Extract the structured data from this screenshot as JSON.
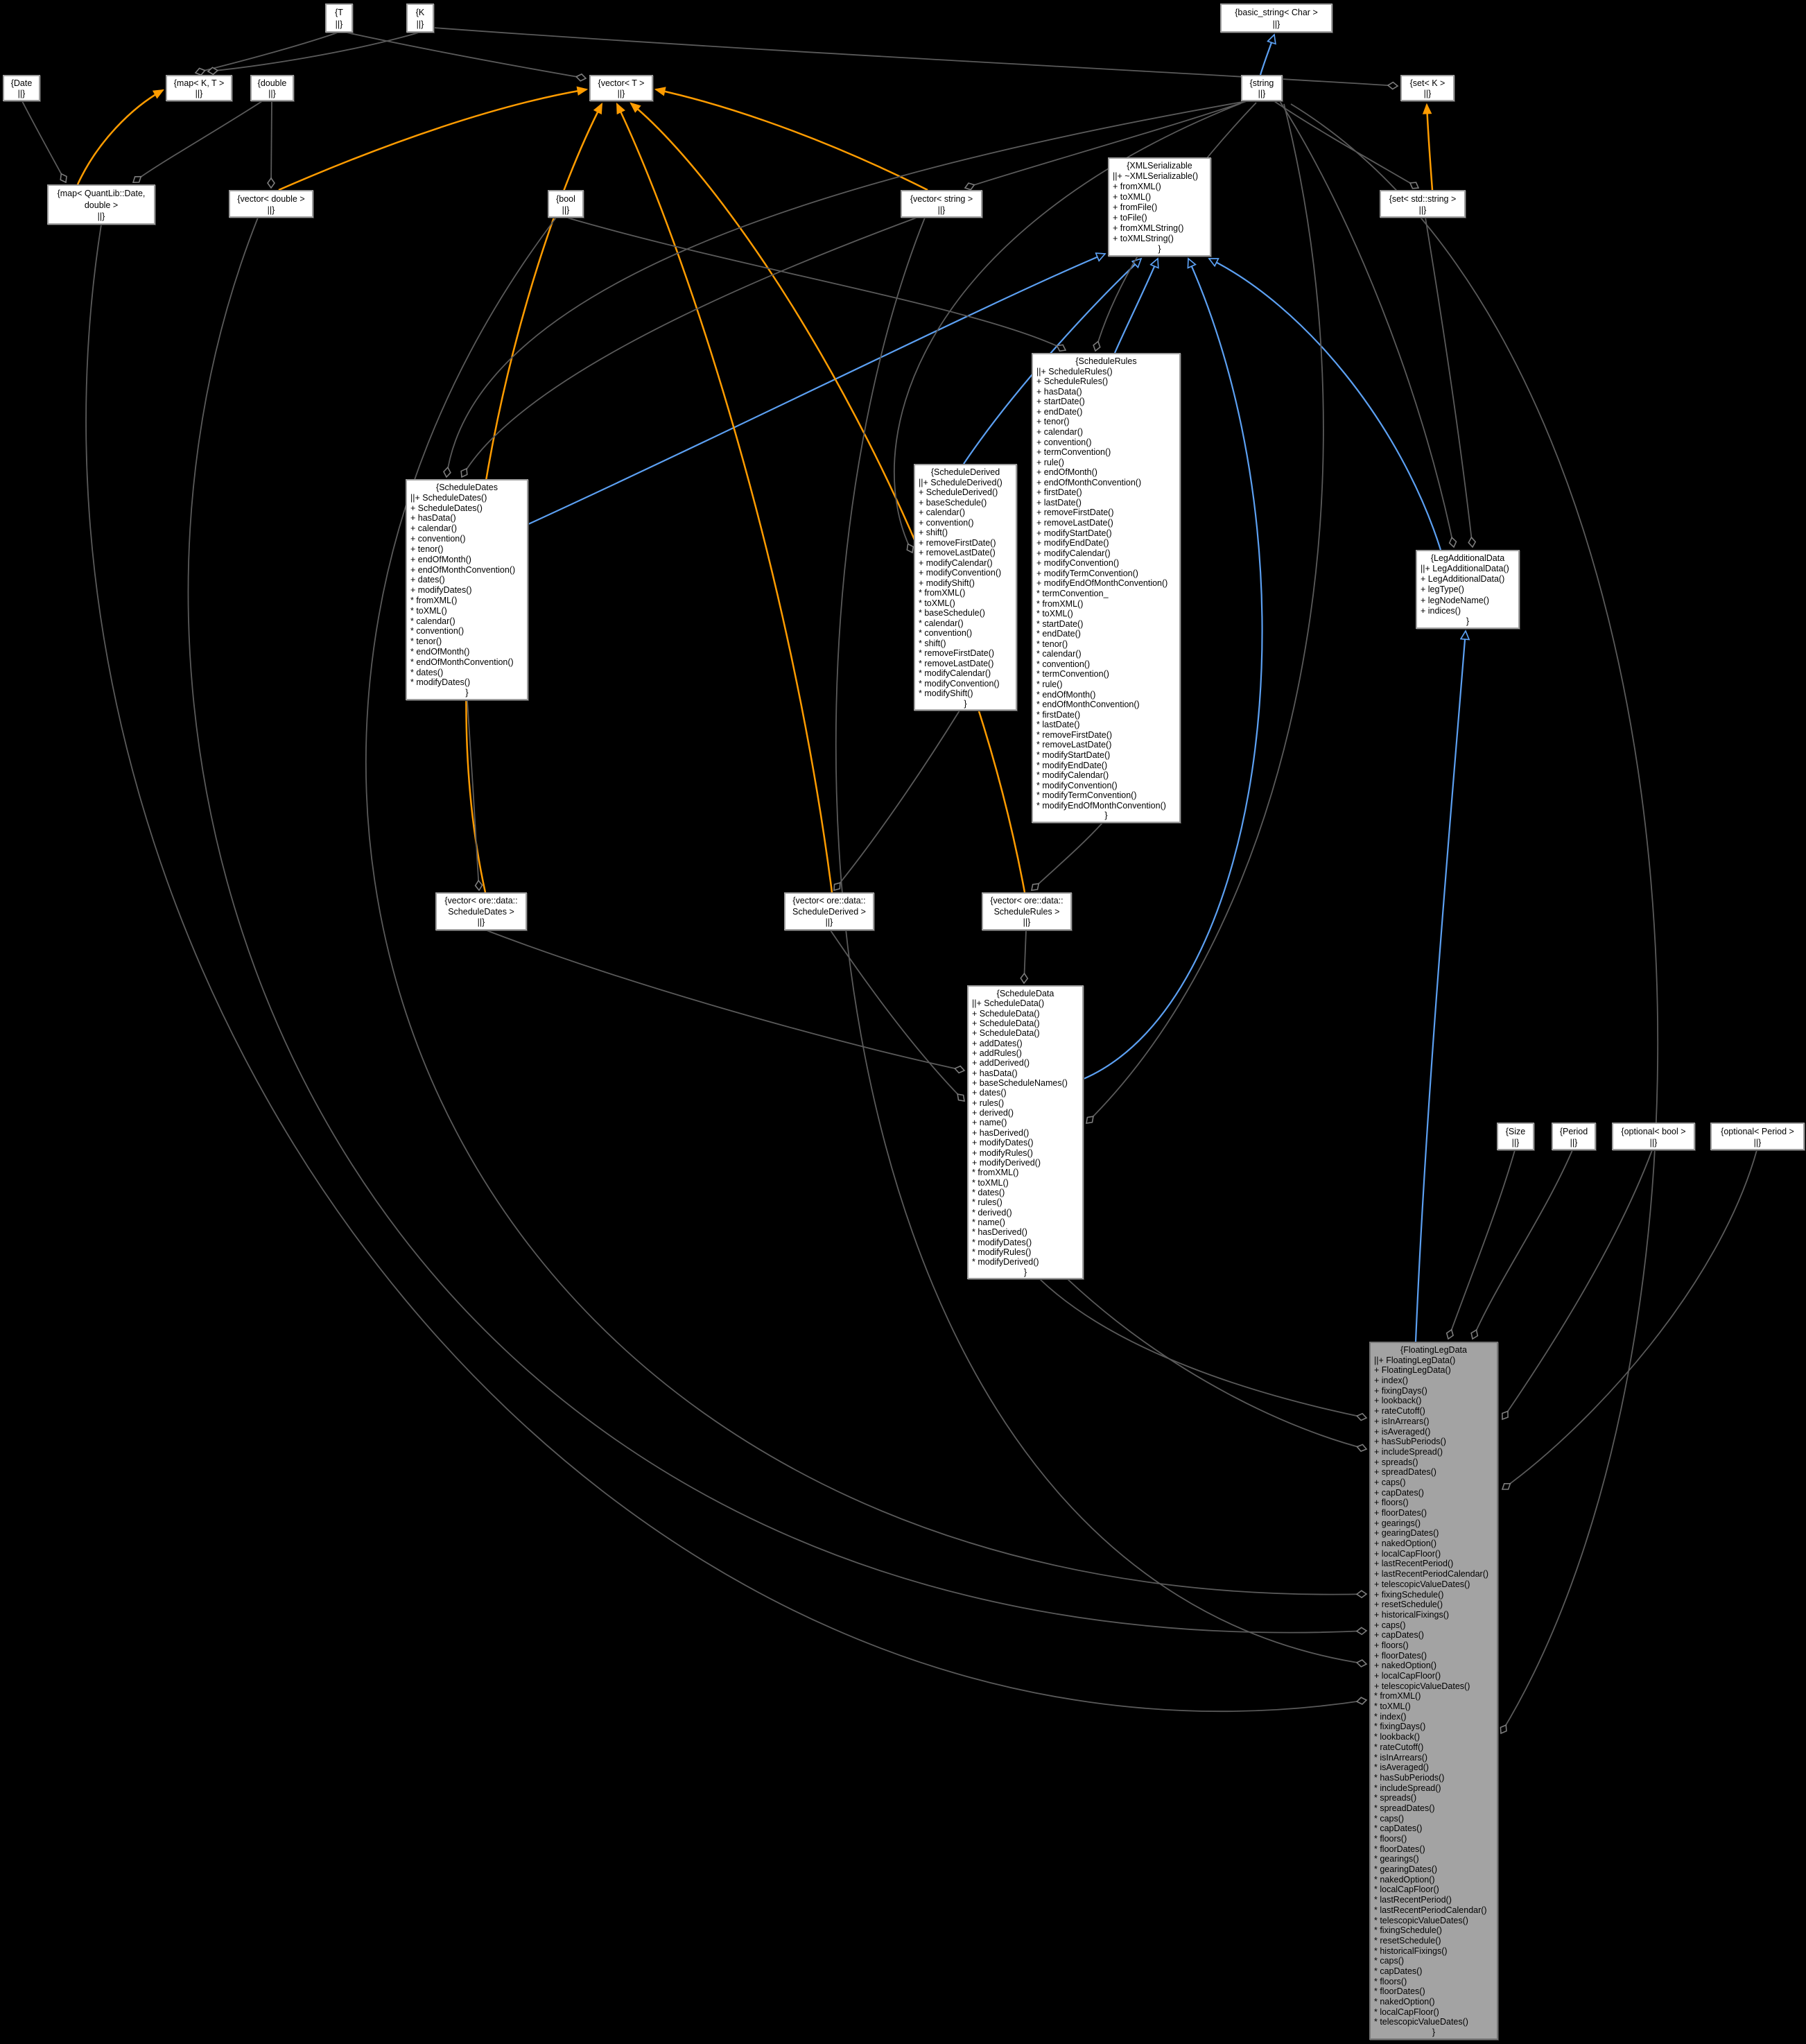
{
  "diagram": {
    "type": "collaboration-class-diagram",
    "background": "#000000",
    "colors": {
      "inherit": "#5ca0f2",
      "template": "#ff9c00",
      "uses": "#5a5a5a",
      "node_border": "#9e9e9e",
      "node_fill": "#ffffff",
      "highlight_fill": "#a3a3a3",
      "text": "#000000"
    },
    "nodes": [
      {
        "id": "t",
        "label": "T",
        "lines": [
          "{T",
          "||}"
        ]
      },
      {
        "id": "k",
        "label": "K",
        "lines": [
          "{K",
          "||}"
        ]
      },
      {
        "id": "basicString",
        "label": "basic_string< Char >",
        "lines": [
          "{basic_string< Char >",
          "||}"
        ]
      },
      {
        "id": "date",
        "label": "Date",
        "lines": [
          "{Date",
          "||}"
        ]
      },
      {
        "id": "mapKT",
        "label": "map< K, T >",
        "lines": [
          "{map< K, T >",
          "||}"
        ]
      },
      {
        "id": "double",
        "label": "double",
        "lines": [
          "{double",
          "||}"
        ]
      },
      {
        "id": "vectorT",
        "label": "vector< T >",
        "lines": [
          "{vector< T >",
          "||}"
        ]
      },
      {
        "id": "string",
        "label": "string",
        "lines": [
          "{string",
          "||}"
        ]
      },
      {
        "id": "setK",
        "label": "set< K >",
        "lines": [
          "{set< K >",
          "||}"
        ]
      },
      {
        "id": "mapDateDouble",
        "label": "map< QuantLib::Date, double >",
        "lines": [
          "{map< QuantLib::Date,",
          "double >",
          "||}"
        ]
      },
      {
        "id": "vectorDouble",
        "label": "vector< double >",
        "lines": [
          "{vector< double >",
          "||}"
        ]
      },
      {
        "id": "bool",
        "label": "bool",
        "lines": [
          "{bool",
          "||}"
        ]
      },
      {
        "id": "vectorString",
        "label": "vector< string >",
        "lines": [
          "{vector< string >",
          "||}"
        ]
      },
      {
        "id": "xmlSerializable",
        "label": "XMLSerializable",
        "lines": [
          "{XMLSerializable",
          "||+ ~XMLSerializable()",
          "+ fromXML()",
          "+ toXML()",
          "+ fromFile()",
          "+ toFile()",
          "+ fromXMLString()",
          "+ toXMLString()",
          "}"
        ]
      },
      {
        "id": "setStdString",
        "label": "set< std::string >",
        "lines": [
          "{set< std::string >",
          "||}"
        ]
      },
      {
        "id": "scheduleDates",
        "label": "ScheduleDates",
        "lines": [
          "{ScheduleDates",
          "||+ ScheduleDates()",
          "+ ScheduleDates()",
          "+ hasData()",
          "+ calendar()",
          "+ convention()",
          "+ tenor()",
          "+ endOfMonth()",
          "+ endOfMonthConvention()",
          "+ dates()",
          "+ modifyDates()",
          "* fromXML()",
          "* toXML()",
          "* calendar()",
          "* convention()",
          "* tenor()",
          "* endOfMonth()",
          "* endOfMonthConvention()",
          "* dates()",
          "* modifyDates()",
          "}"
        ]
      },
      {
        "id": "scheduleDerived",
        "label": "ScheduleDerived",
        "lines": [
          "{ScheduleDerived",
          "||+ ScheduleDerived()",
          "+ ScheduleDerived()",
          "+ baseSchedule()",
          "+ calendar()",
          "+ convention()",
          "+ shift()",
          "+ removeFirstDate()",
          "+ removeLastDate()",
          "+ modifyCalendar()",
          "+ modifyConvention()",
          "+ modifyShift()",
          "* fromXML()",
          "* toXML()",
          "* baseSchedule()",
          "* calendar()",
          "* convention()",
          "* shift()",
          "* removeFirstDate()",
          "* removeLastDate()",
          "* modifyCalendar()",
          "* modifyConvention()",
          "* modifyShift()",
          "}"
        ]
      },
      {
        "id": "scheduleRules",
        "label": "ScheduleRules",
        "lines": [
          "{ScheduleRules",
          "||+ ScheduleRules()",
          "+ ScheduleRules()",
          "+ hasData()",
          "+ startDate()",
          "+ endDate()",
          "+ tenor()",
          "+ calendar()",
          "+ convention()",
          "+ termConvention()",
          "+ rule()",
          "+ endOfMonth()",
          "+ endOfMonthConvention()",
          "+ firstDate()",
          "+ lastDate()",
          "+ removeFirstDate()",
          "+ removeLastDate()",
          "+ modifyStartDate()",
          "+ modifyEndDate()",
          "+ modifyCalendar()",
          "+ modifyConvention()",
          "+ modifyTermConvention()",
          "+ modifyEndOfMonthConvention()",
          "* termConvention_",
          "* fromXML()",
          "* toXML()",
          "* startDate()",
          "* endDate()",
          "* tenor()",
          "* calendar()",
          "* convention()",
          "* termConvention()",
          "* rule()",
          "* endOfMonth()",
          "* endOfMonthConvention()",
          "* firstDate()",
          "* lastDate()",
          "* removeFirstDate()",
          "* removeLastDate()",
          "* modifyStartDate()",
          "* modifyEndDate()",
          "* modifyCalendar()",
          "* modifyConvention()",
          "* modifyTermConvention()",
          "* modifyEndOfMonthConvention()",
          "}"
        ]
      },
      {
        "id": "legAdditionalData",
        "label": "LegAdditionalData",
        "lines": [
          "{LegAdditionalData",
          "||+ LegAdditionalData()",
          "+ LegAdditionalData()",
          "+ legType()",
          "+ legNodeName()",
          "+ indices()",
          "}"
        ]
      },
      {
        "id": "vecScheduleDates",
        "label": "vector< ore::data::ScheduleDates >",
        "lines": [
          "{vector< ore::data::",
          "ScheduleDates >",
          "||}"
        ]
      },
      {
        "id": "vecScheduleDerived",
        "label": "vector< ore::data::ScheduleDerived >",
        "lines": [
          "{vector< ore::data::",
          "ScheduleDerived >",
          "||}"
        ]
      },
      {
        "id": "vecScheduleRules",
        "label": "vector< ore::data::ScheduleRules >",
        "lines": [
          "{vector< ore::data::",
          "ScheduleRules >",
          "||}"
        ]
      },
      {
        "id": "scheduleData",
        "label": "ScheduleData",
        "lines": [
          "{ScheduleData",
          "||+ ScheduleData()",
          "+ ScheduleData()",
          "+ ScheduleData()",
          "+ ScheduleData()",
          "+ addDates()",
          "+ addRules()",
          "+ addDerived()",
          "+ hasData()",
          "+ baseScheduleNames()",
          "+ dates()",
          "+ rules()",
          "+ derived()",
          "+ name()",
          "+ hasDerived()",
          "+ modifyDates()",
          "+ modifyRules()",
          "+ modifyDerived()",
          "* fromXML()",
          "* toXML()",
          "* dates()",
          "* rules()",
          "* derived()",
          "* name()",
          "* hasDerived()",
          "* modifyDates()",
          "* modifyRules()",
          "* modifyDerived()",
          "}"
        ]
      },
      {
        "id": "size",
        "label": "Size",
        "lines": [
          "{Size",
          "||}"
        ]
      },
      {
        "id": "period",
        "label": "Period",
        "lines": [
          "{Period",
          "||}"
        ]
      },
      {
        "id": "optionalBool",
        "label": "optional< bool >",
        "lines": [
          "{optional< bool >",
          "||}"
        ]
      },
      {
        "id": "optionalPeriod",
        "label": "optional< Period >",
        "lines": [
          "{optional< Period >",
          "||}"
        ]
      },
      {
        "id": "floatingLegData",
        "label": "FloatingLegData",
        "highlight": true,
        "lines": [
          "{FloatingLegData",
          "||+ FloatingLegData()",
          "+ FloatingLegData()",
          "+ index()",
          "+ fixingDays()",
          "+ lookback()",
          "+ rateCutoff()",
          "+ isInArrears()",
          "+ isAveraged()",
          "+ hasSubPeriods()",
          "+ includeSpread()",
          "+ spreads()",
          "+ spreadDates()",
          "+ caps()",
          "+ capDates()",
          "+ floors()",
          "+ floorDates()",
          "+ gearings()",
          "+ gearingDates()",
          "+ nakedOption()",
          "+ localCapFloor()",
          "+ lastRecentPeriod()",
          "+ lastRecentPeriodCalendar()",
          "+ telescopicValueDates()",
          "+ fixingSchedule()",
          "+ resetSchedule()",
          "+ historicalFixings()",
          "+ caps()",
          "+ capDates()",
          "+ floors()",
          "+ floorDates()",
          "+ nakedOption()",
          "+ localCapFloor()",
          "+ telescopicValueDates()",
          "* fromXML()",
          "* toXML()",
          "* index()",
          "* fixingDays()",
          "* lookback()",
          "* rateCutoff()",
          "* isInArrears()",
          "* isAveraged()",
          "* hasSubPeriods()",
          "* includeSpread()",
          "* spreads()",
          "* spreadDates()",
          "* caps()",
          "* capDates()",
          "* floors()",
          "* floorDates()",
          "* gearings()",
          "* gearingDates()",
          "* nakedOption()",
          "* localCapFloor()",
          "* lastRecentPeriod()",
          "* lastRecentPeriodCalendar()",
          "* telescopicValueDates()",
          "* fixingSchedule()",
          "* resetSchedule()",
          "* historicalFixings()",
          "* caps()",
          "* capDates()",
          "* floors()",
          "* floorDates()",
          "* nakedOption()",
          "* localCapFloor()",
          "* telescopicValueDates()",
          "}"
        ]
      }
    ],
    "edges": [
      {
        "from": "string",
        "to": "basicString",
        "rel": "inherits"
      },
      {
        "from": "scheduleDates",
        "to": "xmlSerializable",
        "rel": "inherits"
      },
      {
        "from": "scheduleDerived",
        "to": "xmlSerializable",
        "rel": "inherits"
      },
      {
        "from": "scheduleRules",
        "to": "xmlSerializable",
        "rel": "inherits"
      },
      {
        "from": "scheduleData",
        "to": "xmlSerializable",
        "rel": "inherits"
      },
      {
        "from": "legAdditionalData",
        "to": "xmlSerializable",
        "rel": "inherits"
      },
      {
        "from": "floatingLegData",
        "to": "legAdditionalData",
        "rel": "inherits"
      },
      {
        "from": "mapDateDouble",
        "to": "mapKT",
        "rel": "template"
      },
      {
        "from": "vectorDouble",
        "to": "vectorT",
        "rel": "template"
      },
      {
        "from": "vectorString",
        "to": "vectorT",
        "rel": "template"
      },
      {
        "from": "vecScheduleDates",
        "to": "vectorT",
        "rel": "template"
      },
      {
        "from": "vecScheduleDerived",
        "to": "vectorT",
        "rel": "template"
      },
      {
        "from": "vecScheduleRules",
        "to": "vectorT",
        "rel": "template"
      },
      {
        "from": "setStdString",
        "to": "setK",
        "rel": "template"
      },
      {
        "from": "t",
        "to": "mapKT",
        "rel": "uses"
      },
      {
        "from": "k",
        "to": "mapKT",
        "rel": "uses"
      },
      {
        "from": "t",
        "to": "vectorT",
        "rel": "uses"
      },
      {
        "from": "k",
        "to": "setK",
        "rel": "uses"
      },
      {
        "from": "date",
        "to": "mapDateDouble",
        "rel": "uses"
      },
      {
        "from": "double",
        "to": "mapDateDouble",
        "rel": "uses"
      },
      {
        "from": "double",
        "to": "vectorDouble",
        "rel": "uses"
      },
      {
        "from": "string",
        "to": "vectorString",
        "rel": "uses"
      },
      {
        "from": "string",
        "to": "setStdString",
        "rel": "uses"
      },
      {
        "from": "string",
        "to": "scheduleDates",
        "rel": "uses"
      },
      {
        "from": "vectorString",
        "to": "scheduleDates",
        "rel": "uses"
      },
      {
        "from": "string",
        "to": "scheduleDerived",
        "rel": "uses"
      },
      {
        "from": "string",
        "to": "scheduleRules",
        "rel": "uses"
      },
      {
        "from": "bool",
        "to": "scheduleRules",
        "rel": "uses"
      },
      {
        "from": "scheduleDates",
        "to": "vecScheduleDates",
        "rel": "uses"
      },
      {
        "from": "scheduleDerived",
        "to": "vecScheduleDerived",
        "rel": "uses"
      },
      {
        "from": "scheduleRules",
        "to": "vecScheduleRules",
        "rel": "uses"
      },
      {
        "from": "vecScheduleDates",
        "to": "scheduleData",
        "rel": "uses"
      },
      {
        "from": "vecScheduleDerived",
        "to": "scheduleData",
        "rel": "uses"
      },
      {
        "from": "vecScheduleRules",
        "to": "scheduleData",
        "rel": "uses"
      },
      {
        "from": "string",
        "to": "scheduleData",
        "rel": "uses"
      },
      {
        "from": "scheduleData",
        "to": "floatingLegData",
        "rel": "uses"
      },
      {
        "from": "scheduleData",
        "to": "floatingLegData",
        "rel": "uses"
      },
      {
        "from": "bool",
        "to": "floatingLegData",
        "rel": "uses"
      },
      {
        "from": "vectorDouble",
        "to": "floatingLegData",
        "rel": "uses"
      },
      {
        "from": "vectorString",
        "to": "floatingLegData",
        "rel": "uses"
      },
      {
        "from": "mapDateDouble",
        "to": "floatingLegData",
        "rel": "uses"
      },
      {
        "from": "string",
        "to": "floatingLegData",
        "rel": "uses"
      },
      {
        "from": "string",
        "to": "legAdditionalData",
        "rel": "uses"
      },
      {
        "from": "setStdString",
        "to": "legAdditionalData",
        "rel": "uses"
      },
      {
        "from": "size",
        "to": "floatingLegData",
        "rel": "uses"
      },
      {
        "from": "period",
        "to": "floatingLegData",
        "rel": "uses"
      },
      {
        "from": "optionalBool",
        "to": "floatingLegData",
        "rel": "uses"
      },
      {
        "from": "optionalPeriod",
        "to": "floatingLegData",
        "rel": "uses"
      }
    ]
  }
}
